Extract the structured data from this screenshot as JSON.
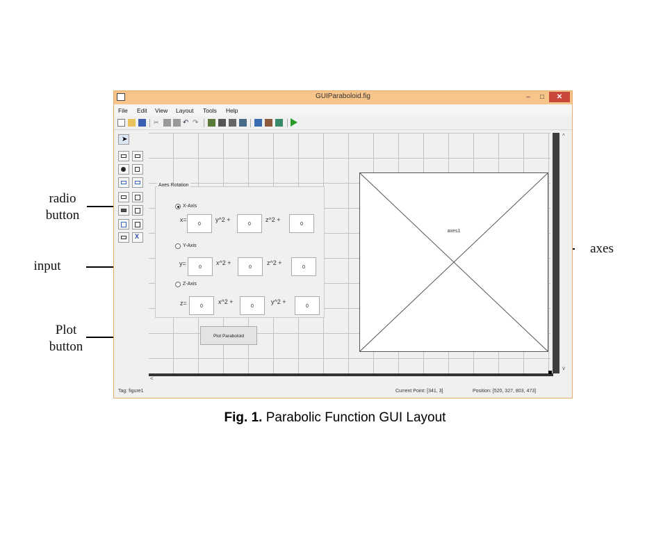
{
  "window": {
    "title": "GUIParaboloid.fig",
    "minimize": "–",
    "maximize": "□",
    "close": "✕"
  },
  "menu": [
    "File",
    "Edit",
    "View",
    "Layout",
    "Tools",
    "Help"
  ],
  "panel": {
    "title": "Axes Rotation",
    "rows": [
      {
        "radio": "X-Axis",
        "selected": true,
        "lhs": "x=",
        "t1": "y^2 +",
        "t2": "z^2 +",
        "values": [
          "0",
          "0",
          "0"
        ]
      },
      {
        "radio": "Y-Axis",
        "selected": false,
        "lhs": "y=",
        "t1": "x^2 +",
        "t2": "z^2 +",
        "values": [
          "0",
          "0",
          "0"
        ]
      },
      {
        "radio": "Z-Axis",
        "selected": false,
        "lhs": "z=",
        "t1": "x^2 +",
        "t2": "y^2 +",
        "values": [
          "0",
          "0",
          "0"
        ]
      }
    ]
  },
  "plot_button": "Plot Paraboloid",
  "axes_label": "axes1",
  "status": {
    "tag": "Tag: figure1",
    "current_point": "Current Point:  [341, 3]",
    "position": "Position: [520, 327, 803, 473]"
  },
  "annotations": {
    "radio": [
      "radio",
      "button"
    ],
    "input": "input",
    "plot": [
      "Plot",
      "button"
    ],
    "axes": "axes"
  },
  "caption": {
    "bold": "Fig. 1.",
    "text": " Parabolic Function GUI Layout"
  },
  "colors": {
    "titlebar": "#f7c48a",
    "close_button": "#c9473a",
    "run_icon": "#2a9a2a"
  }
}
